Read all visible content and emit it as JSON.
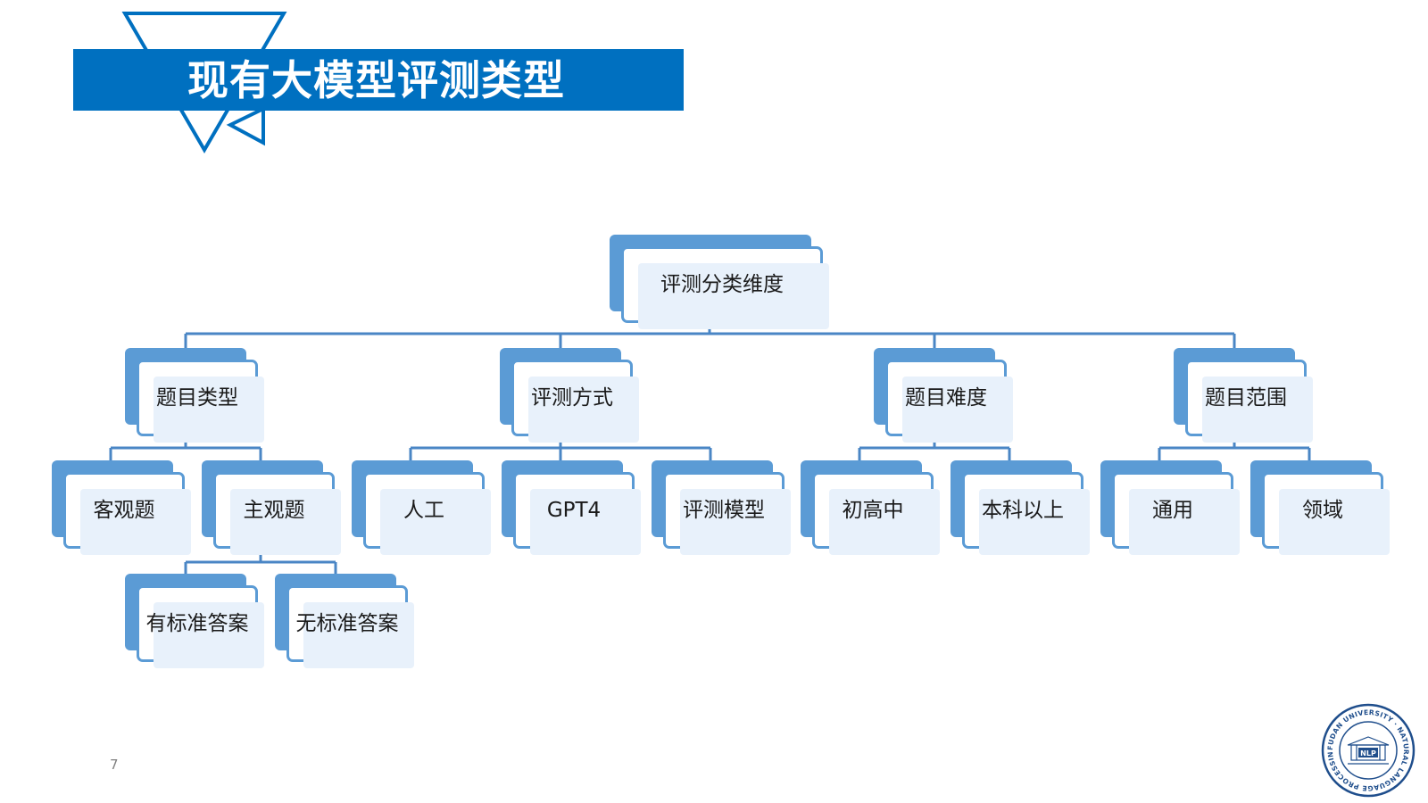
{
  "slide": {
    "title": "现有大模型评测类型",
    "page_number": "7"
  },
  "diagram": {
    "root": "评测分类维度",
    "categories": [
      {
        "label": "题目类型",
        "children": [
          {
            "label": "客观题"
          },
          {
            "label": "主观题",
            "children": [
              {
                "label": "有标准答案"
              },
              {
                "label": "无标准答案"
              }
            ]
          }
        ]
      },
      {
        "label": "评测方式",
        "children": [
          {
            "label": "人工"
          },
          {
            "label": "GPT4"
          },
          {
            "label": "评测模型"
          }
        ]
      },
      {
        "label": "题目难度",
        "children": [
          {
            "label": "初高中"
          },
          {
            "label": "本科以上"
          }
        ]
      },
      {
        "label": "题目范围",
        "children": [
          {
            "label": "通用"
          },
          {
            "label": "领域"
          }
        ]
      }
    ]
  },
  "logo": {
    "ring_text": "FUDAN UNIVERSITY · NATURAL LANGUAGE PROCESSING",
    "center_text": "NLP"
  },
  "colors": {
    "title_bar": "#0070c0",
    "node_border": "#5b9bd5",
    "node_fill": "#e8f1fb",
    "connector": "#4a86c5"
  }
}
